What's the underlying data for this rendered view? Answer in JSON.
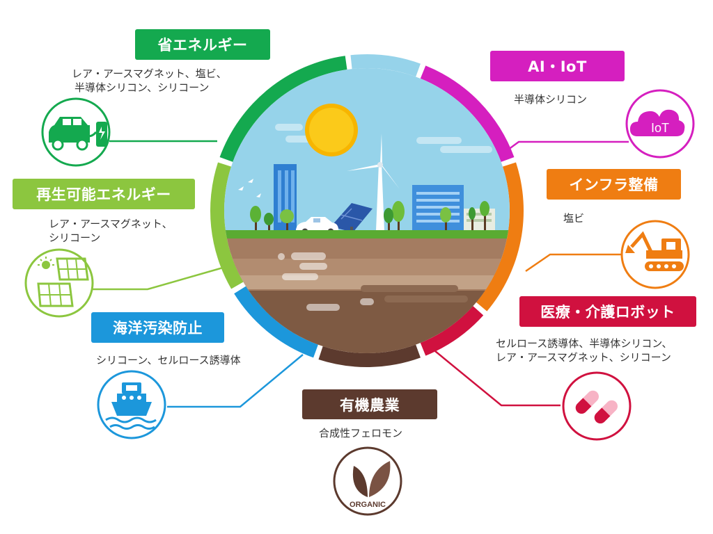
{
  "categories": {
    "energy_saving": {
      "label": "省エネルギー",
      "desc": [
        "レア・アースマグネット、塩ビ、",
        "半導体シリコン、シリコーン"
      ],
      "color": "#14a94f"
    },
    "renewable": {
      "label": "再生可能エネルギー",
      "desc": [
        "レア・アースマグネット、",
        "シリコーン"
      ],
      "color": "#8cc63f"
    },
    "ocean": {
      "label": "海洋汚染防止",
      "desc": [
        "シリコーン、セルロース誘導体"
      ],
      "color": "#1c97db"
    },
    "agriculture": {
      "label": "有機農業",
      "desc": [
        "合成性フェロモン"
      ],
      "color": "#5c3a2e"
    },
    "medical": {
      "label": "医療・介護ロボット",
      "desc": [
        "セルロース誘導体、半導体シリコン、",
        "レア・アースマグネット、シリコーン"
      ],
      "color": "#d0113f"
    },
    "infra": {
      "label": "インフラ整備",
      "desc": [
        "塩ビ"
      ],
      "color": "#ef7d12"
    },
    "aiiot": {
      "label": "AI・IoT",
      "desc": [
        "半導体シリコン"
      ],
      "color": "#d51fbf"
    }
  },
  "icons": {
    "iot_text": "IoT",
    "organic_text": "ORGANIC"
  }
}
